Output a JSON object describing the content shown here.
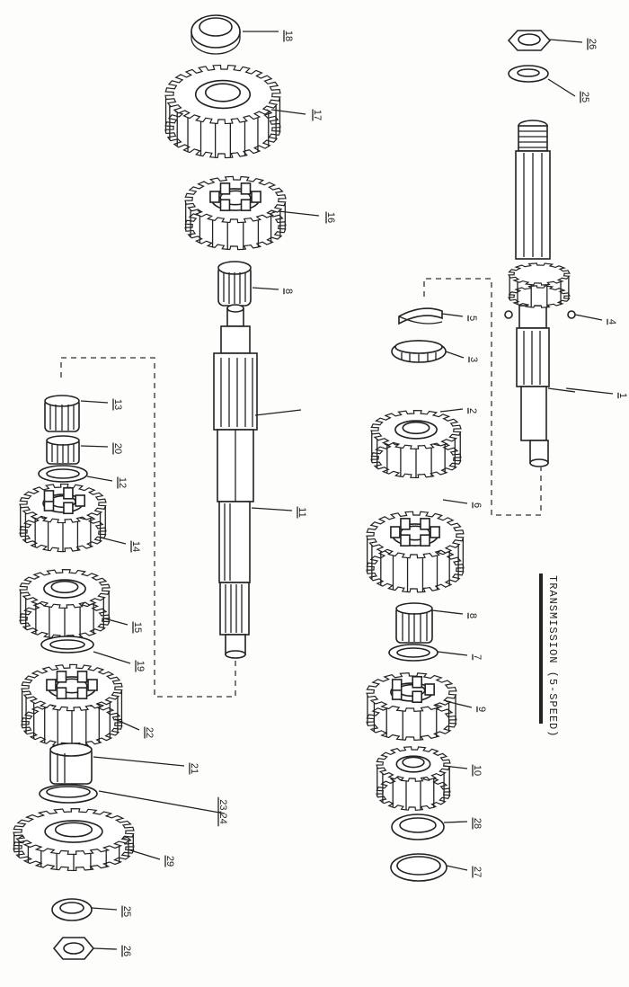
{
  "diagram": {
    "title": "TRANSMISSION (5-SPEED)",
    "callouts": [
      {
        "id": "c18a",
        "text": "18"
      },
      {
        "id": "c17",
        "text": "17"
      },
      {
        "id": "c16",
        "text": "16"
      },
      {
        "id": "c8a",
        "text": "8"
      },
      {
        "id": "c11",
        "text": "11"
      },
      {
        "id": "c13",
        "text": "13"
      },
      {
        "id": "c20",
        "text": "20"
      },
      {
        "id": "c12",
        "text": "12"
      },
      {
        "id": "c14",
        "text": "14"
      },
      {
        "id": "c15",
        "text": "15"
      },
      {
        "id": "c19",
        "text": "19"
      },
      {
        "id": "c22",
        "text": "22"
      },
      {
        "id": "c21",
        "text": "21"
      },
      {
        "id": "c2324",
        "text": "23,24"
      },
      {
        "id": "c29",
        "text": "29"
      },
      {
        "id": "c25b",
        "text": "25"
      },
      {
        "id": "c26b",
        "text": "26"
      },
      {
        "id": "c26a",
        "text": "26"
      },
      {
        "id": "c25a",
        "text": "25"
      },
      {
        "id": "c4",
        "text": "4"
      },
      {
        "id": "c1",
        "text": "1"
      },
      {
        "id": "c5",
        "text": "5"
      },
      {
        "id": "c3",
        "text": "3"
      },
      {
        "id": "c2",
        "text": "2"
      },
      {
        "id": "c6",
        "text": "6"
      },
      {
        "id": "c8b",
        "text": "8"
      },
      {
        "id": "c7",
        "text": "7"
      },
      {
        "id": "c9",
        "text": "9"
      },
      {
        "id": "c10",
        "text": "10"
      },
      {
        "id": "c28",
        "text": "28"
      },
      {
        "id": "c27",
        "text": "27"
      }
    ]
  }
}
